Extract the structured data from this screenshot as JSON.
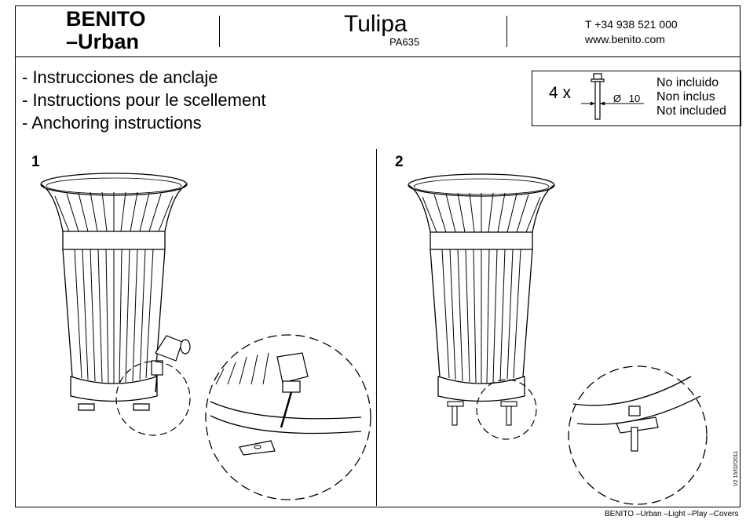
{
  "header": {
    "brand_line1": "BENITO",
    "brand_line2": "–Urban",
    "product_name": "Tulipa",
    "product_code": "PA635",
    "phone": "T +34 938 521 000",
    "website": "www.benito.com"
  },
  "instructions": [
    "- Instrucciones de anclaje",
    "- Instructions pour le scellement",
    "- Anchoring instructions"
  ],
  "hardware_box": {
    "quantity": "4 x",
    "diameter_symbol": "Ø",
    "diameter_value": "10",
    "not_included": [
      "No incluido",
      "Non inclus",
      "Not included"
    ]
  },
  "steps": [
    "1",
    "2"
  ],
  "version_stamp": "V2 15/02/2011",
  "footer": "BENITO –Urban –Light –Play –Covers"
}
